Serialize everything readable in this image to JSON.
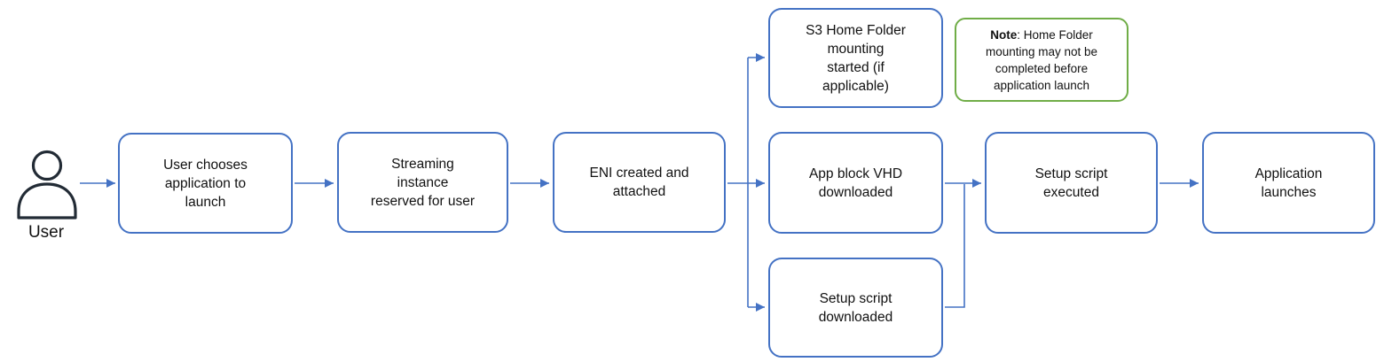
{
  "colors": {
    "box_border": "#4472C4",
    "note_border": "#70AD47",
    "connector": "#4472C4",
    "icon": "#222B35",
    "text": "#111111",
    "background": "#ffffff"
  },
  "actor": {
    "label": "User"
  },
  "nodes": {
    "choose_application": {
      "label": "User chooses\napplication to\nlaunch"
    },
    "streaming_instance": {
      "label": "Streaming\ninstance\nreserved for user"
    },
    "eni_created": {
      "label": "ENI created and\nattached"
    },
    "s3_mounting": {
      "label": "S3 Home Folder\nmounting\nstarted (if\napplicable)"
    },
    "vhd_downloaded": {
      "label": "App block VHD\ndownloaded"
    },
    "setup_script_downloaded": {
      "label": "Setup script\ndownloaded"
    },
    "setup_script_executed": {
      "label": "Setup script\nexecuted"
    },
    "application_launches": {
      "label": "Application\nlaunches"
    }
  },
  "note": {
    "bold": "Note",
    "rest": ": Home Folder\nmounting may not be\ncompleted before\napplication launch"
  }
}
